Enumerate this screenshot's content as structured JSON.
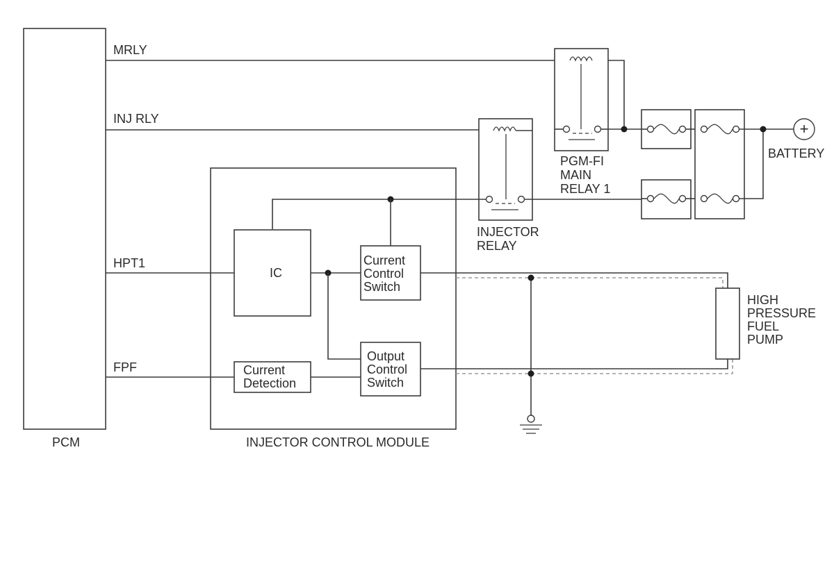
{
  "pcm": {
    "label": "PCM"
  },
  "signals": {
    "mrly": "MRLY",
    "inj_rly": "INJ RLY",
    "hpt1": "HPT1",
    "fpf": "FPF"
  },
  "module": {
    "label": "INJECTOR CONTROL MODULE",
    "ic": "IC",
    "current_control_switch": [
      "Current",
      "Control",
      "Switch"
    ],
    "output_control_switch": [
      "Output",
      "Control",
      "Switch"
    ],
    "current_detection": [
      "Current",
      "Detection"
    ]
  },
  "injector_relay": {
    "lines": [
      "INJECTOR",
      "RELAY"
    ]
  },
  "main_relay": {
    "lines": [
      "PGM-FI",
      "MAIN",
      "RELAY 1"
    ]
  },
  "battery": {
    "label": "BATTERY",
    "symbol": "+"
  },
  "pump": {
    "lines": [
      "HIGH",
      "PRESSURE",
      "FUEL",
      "PUMP"
    ]
  },
  "colors": {
    "line": "#3a3a3a",
    "dashed_shield": "#9a9a9a",
    "text": "#2a2a2a"
  }
}
